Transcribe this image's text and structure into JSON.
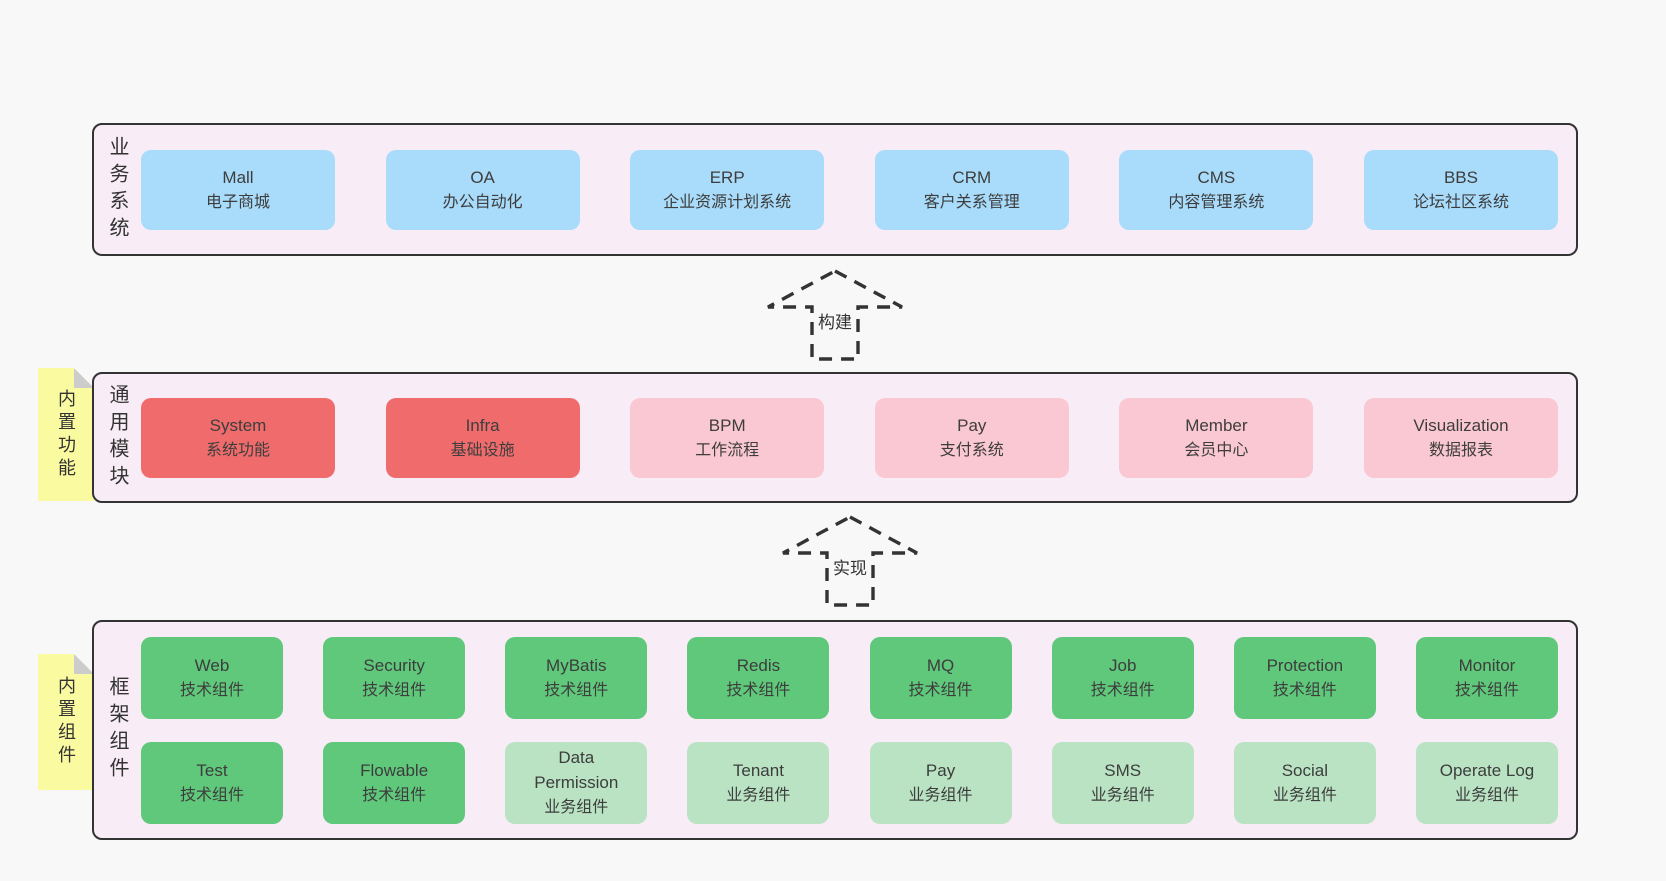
{
  "colors": {
    "pagebg": "#f8f8f8",
    "panel": "#f8edf6",
    "border": "#333333",
    "text": "#3d3d3d",
    "blue": "#a9dbfa",
    "red": "#f06c6c",
    "pink": "#fac8d2",
    "green": "#5fc87a",
    "lightgreen": "#b9e3c3",
    "yellow": "#fafaa0",
    "fold": "#cccccc"
  },
  "arrows": [
    {
      "label": "构建"
    },
    {
      "label": "实现"
    }
  ],
  "stickies": {
    "features": "内置功能",
    "components": "内置组件"
  },
  "layers": {
    "business": {
      "label": "业务系统",
      "boxes": [
        {
          "name": "Mall",
          "desc": "电子商城"
        },
        {
          "name": "OA",
          "desc": "办公自动化"
        },
        {
          "name": "ERP",
          "desc": "企业资源计划系统"
        },
        {
          "name": "CRM",
          "desc": "客户关系管理"
        },
        {
          "name": "CMS",
          "desc": "内容管理系统"
        },
        {
          "name": "BBS",
          "desc": "论坛社区系统"
        }
      ]
    },
    "modules": {
      "label": "通用模块",
      "boxes": [
        {
          "name": "System",
          "desc": "系统功能"
        },
        {
          "name": "Infra",
          "desc": "基础设施"
        },
        {
          "name": "BPM",
          "desc": "工作流程"
        },
        {
          "name": "Pay",
          "desc": "支付系统"
        },
        {
          "name": "Member",
          "desc": "会员中心"
        },
        {
          "name": "Visualization",
          "desc": "数据报表"
        }
      ]
    },
    "framework": {
      "label": "框架组件",
      "rows": [
        [
          {
            "name": "Web",
            "desc": "技术组件"
          },
          {
            "name": "Security",
            "desc": "技术组件"
          },
          {
            "name": "MyBatis",
            "desc": "技术组件"
          },
          {
            "name": "Redis",
            "desc": "技术组件"
          },
          {
            "name": "MQ",
            "desc": "技术组件"
          },
          {
            "name": "Job",
            "desc": "技术组件"
          },
          {
            "name": "Protection",
            "desc": "技术组件"
          },
          {
            "name": "Monitor",
            "desc": "技术组件"
          }
        ],
        [
          {
            "name": "Test",
            "desc": "技术组件"
          },
          {
            "name": "Flowable",
            "desc": "技术组件"
          },
          {
            "name": "Data Permission",
            "desc": "业务组件"
          },
          {
            "name": "Tenant",
            "desc": "业务组件"
          },
          {
            "name": "Pay",
            "desc": "业务组件"
          },
          {
            "name": "SMS",
            "desc": "业务组件"
          },
          {
            "name": "Social",
            "desc": "业务组件"
          },
          {
            "name": "Operate Log",
            "desc": "业务组件"
          }
        ]
      ]
    }
  }
}
